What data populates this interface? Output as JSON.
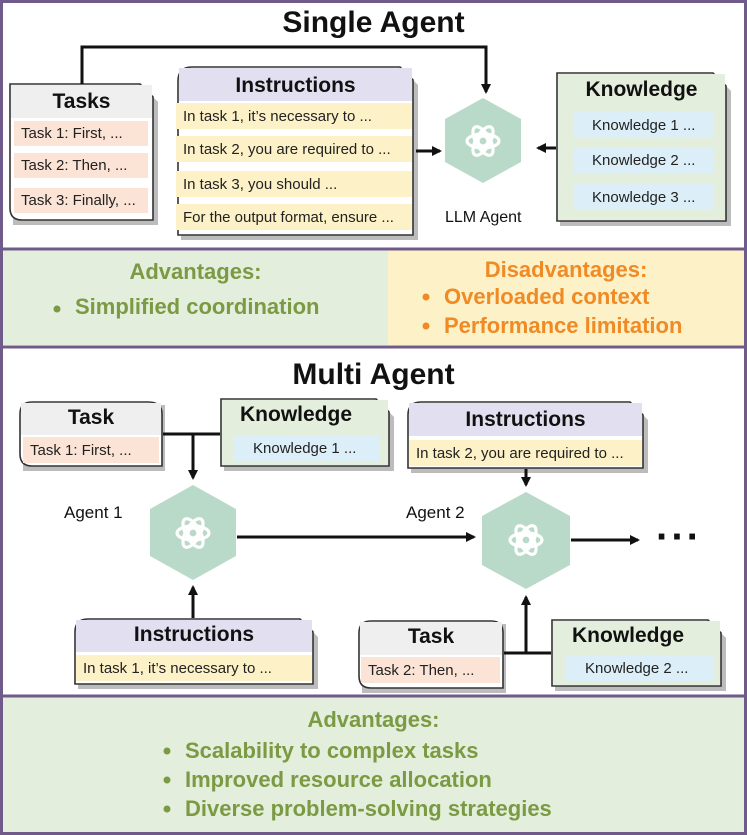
{
  "single": {
    "title": "Single Agent",
    "tasks": {
      "title": "Tasks",
      "items": [
        "Task 1: First, ...",
        "Task 2: Then, ...",
        "Task 3: Finally, ..."
      ]
    },
    "instructions": {
      "title": "Instructions",
      "items": [
        "In task 1, it’s necessary to ...",
        "In task 2, you are required to ...",
        "In task 3, you should ...",
        "For the output format, ensure ..."
      ]
    },
    "agent_label": "LLM Agent",
    "knowledge": {
      "title": "Knowledge",
      "items": [
        "Knowledge 1 ...",
        "Knowledge 2 ...",
        "Knowledge 3 ..."
      ]
    },
    "advantages": {
      "title": "Advantages:",
      "items": [
        "Simplified coordination"
      ]
    },
    "disadvantages": {
      "title": "Disadvantages:",
      "items": [
        "Overloaded context",
        "Performance limitation"
      ]
    }
  },
  "multi": {
    "title": "Multi Agent",
    "agent1": {
      "label": "Agent 1",
      "task_title": "Task",
      "task_item": "Task 1: First, ...",
      "knowledge_title": "Knowledge",
      "knowledge_item": "Knowledge 1 ...",
      "instructions_title": "Instructions",
      "instructions_item": "In task 1, it’s necessary to ..."
    },
    "agent2": {
      "label": "Agent 2",
      "instructions_title": "Instructions",
      "instructions_item": "In task 2, you are required to ...",
      "task_title": "Task",
      "task_item": "Task 2: Then, ...",
      "knowledge_title": "Knowledge",
      "knowledge_item": "Knowledge 2 ..."
    },
    "ellipsis": "···",
    "advantages": {
      "title": "Advantages:",
      "items": [
        "Scalability to complex tasks",
        "Improved resource allocation",
        "Diverse problem-solving strategies"
      ]
    }
  },
  "colors": {
    "border": "#6f5a8a",
    "agent_hex": "#b9dac8",
    "advantage_text": "#7a9a43",
    "disadvantage_text": "#f08a24",
    "advantage_bg": "#e4eedc",
    "disadvantage_bg": "#fdf1c7"
  },
  "icons": {
    "agent": "openai-knot-icon",
    "bullet": "bullet-dot-icon"
  }
}
